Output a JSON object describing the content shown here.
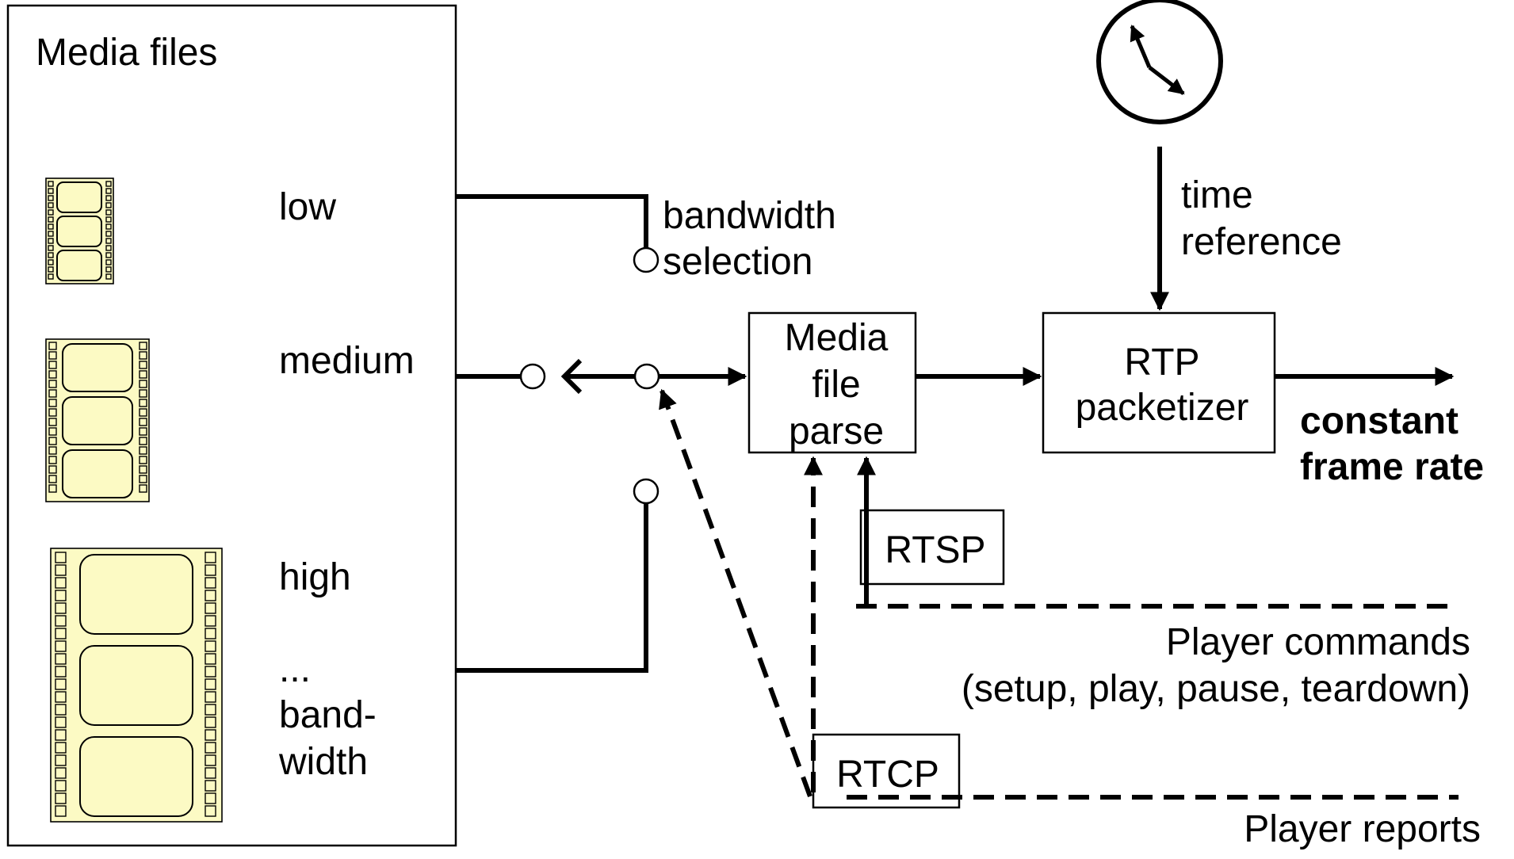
{
  "media_files": {
    "title": "Media files",
    "tiers": {
      "low": "low",
      "medium": "medium",
      "high": "high",
      "more_line1": "...",
      "more_line2": "band-",
      "more_line3": "width"
    }
  },
  "selector": {
    "label_line1": "bandwidth",
    "label_line2": "selection"
  },
  "parser": {
    "line1": "Media",
    "line2": "file",
    "line3": "parse"
  },
  "packetizer": {
    "line1": "RTP",
    "line2": "packetizer"
  },
  "clock": {
    "label_line1": "time",
    "label_line2": "reference"
  },
  "output": {
    "line1": "constant",
    "line2": "frame rate"
  },
  "protocols": {
    "rtsp": "RTSP",
    "rtcp": "RTCP"
  },
  "player_commands": {
    "line1": "Player commands",
    "line2": "(setup, play, pause, teardown)"
  },
  "player_reports": {
    "line1": "Player reports"
  },
  "colors": {
    "film_fill": "#fcfac4",
    "stroke": "#000000",
    "background": "#ffffff"
  }
}
